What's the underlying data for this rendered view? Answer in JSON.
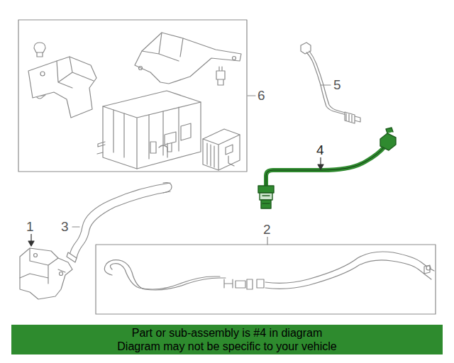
{
  "diagram": {
    "nodes": [
      {
        "text": [
          "Part or sub-assembly is #4 in diagram",
          "Diagram may not be specific to your vehicle"
        ]
      }
    ],
    "labels": [
      "6",
      "5",
      "4",
      "1",
      "3",
      "2"
    ]
  }
}
